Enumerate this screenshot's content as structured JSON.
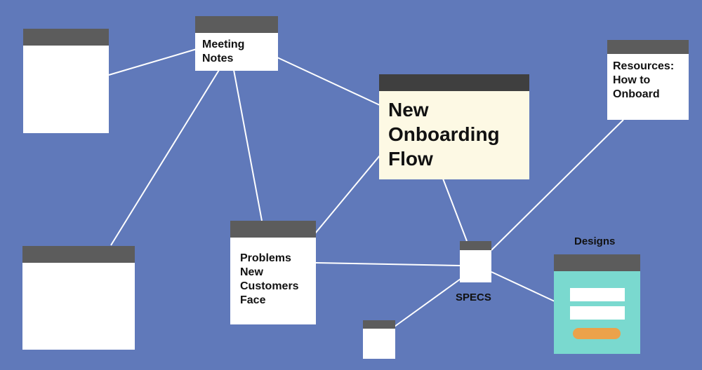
{
  "diagram": {
    "nodes": [
      {
        "id": "blank-top-left",
        "label": ""
      },
      {
        "id": "meeting-notes",
        "label": "Meeting\nNotes"
      },
      {
        "id": "new-onboarding-flow",
        "label": "New\nOnboarding\nFlow"
      },
      {
        "id": "resources",
        "label": "Resources:\nHow to\nOnboard"
      },
      {
        "id": "blank-bottom-left",
        "label": ""
      },
      {
        "id": "problems",
        "label": "Problems\nNew\nCustomers\nFace"
      },
      {
        "id": "specs",
        "label": "SPECS"
      },
      {
        "id": "small-bottom",
        "label": ""
      },
      {
        "id": "designs",
        "label": "Designs"
      }
    ],
    "edges": [
      {
        "from": "blank-top-left",
        "to": "meeting-notes"
      },
      {
        "from": "meeting-notes",
        "to": "blank-bottom-left"
      },
      {
        "from": "meeting-notes",
        "to": "problems"
      },
      {
        "from": "meeting-notes",
        "to": "new-onboarding-flow"
      },
      {
        "from": "new-onboarding-flow",
        "to": "problems"
      },
      {
        "from": "new-onboarding-flow",
        "to": "specs"
      },
      {
        "from": "problems",
        "to": "specs"
      },
      {
        "from": "resources",
        "to": "specs"
      },
      {
        "from": "specs",
        "to": "small-bottom"
      },
      {
        "from": "specs",
        "to": "designs"
      }
    ]
  },
  "colors": {
    "background": "#6079ba",
    "card": "#ffffff",
    "card_header": "#5c5c5c",
    "highlight_card": "#fdf9e4",
    "design_card": "#7ad9cf",
    "design_button": "#eba24a",
    "connector": "#ffffff"
  }
}
